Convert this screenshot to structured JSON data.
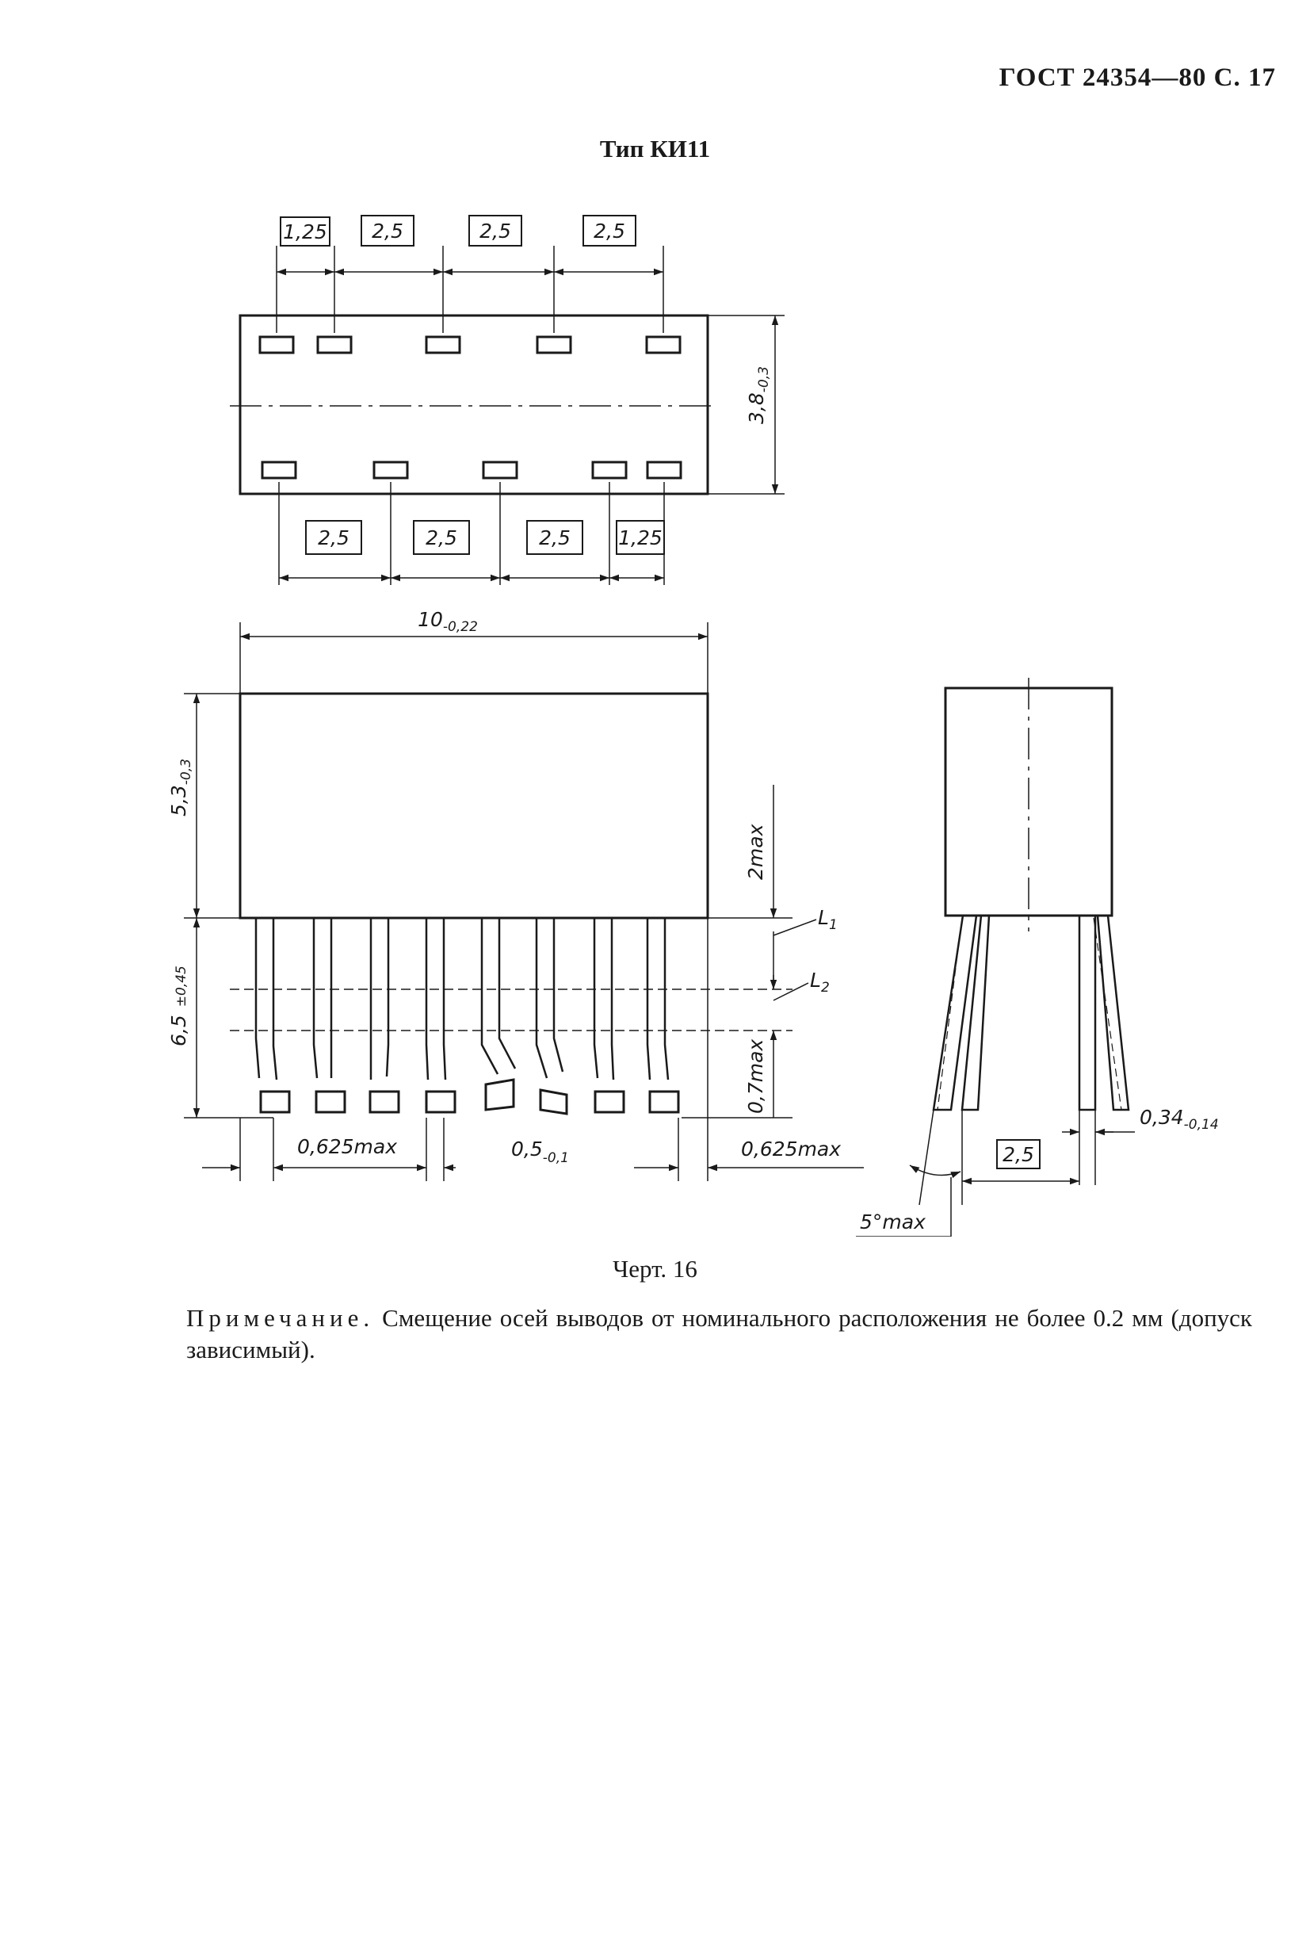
{
  "header": {
    "text": "ГОСТ 24354—80 С. 17"
  },
  "title": "Тип КИ11",
  "drawing": {
    "top_pitches_top": [
      "1,25",
      "2,5",
      "2,5",
      "2,5"
    ],
    "top_pitches_bottom": [
      "2,5",
      "2,5",
      "2,5",
      "1,25"
    ],
    "height_top": "3,8",
    "height_top_tol": "-0,3",
    "length": "10",
    "length_tol": "-0,22",
    "body_height": "5,3",
    "body_height_tol": "-0,3",
    "lead_length": "6,5",
    "lead_length_tol": "±0,45",
    "two_max": "2max",
    "l1": "L",
    "l1_sub": "1",
    "l2": "L",
    "l2_sub": "2",
    "seven_max": "0,7max",
    "left_offset": "0,625max",
    "lead_width": "0,5",
    "lead_width_tol": "-0,1",
    "right_offset": "0,625max",
    "side_thickness": "0,34",
    "side_thickness_tol": "-0,14",
    "side_pitch": "2,5",
    "angle": "5°max"
  },
  "caption": "Черт. 16",
  "note": {
    "label": "Примечание.",
    "text": "Смещение осей выводов от номинального расположения не более 0.2 мм (допуск зависимый)."
  }
}
